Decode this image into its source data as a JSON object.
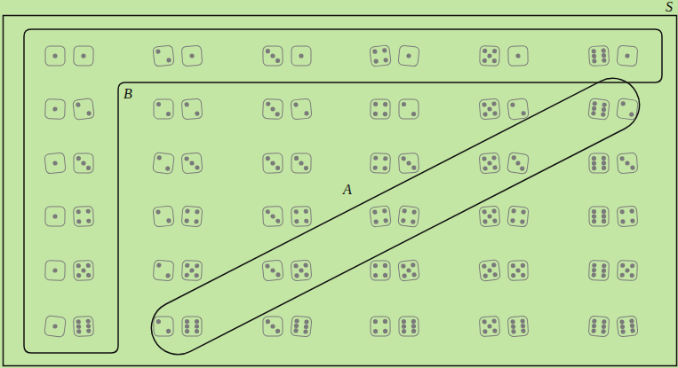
{
  "diagram": {
    "nodes": [
      {
        "text": [
          "S"
        ]
      },
      {
        "text": [
          "B"
        ],
        "in": 0
      },
      {
        "text": [
          "A"
        ],
        "in": 0
      }
    ]
  }
}
